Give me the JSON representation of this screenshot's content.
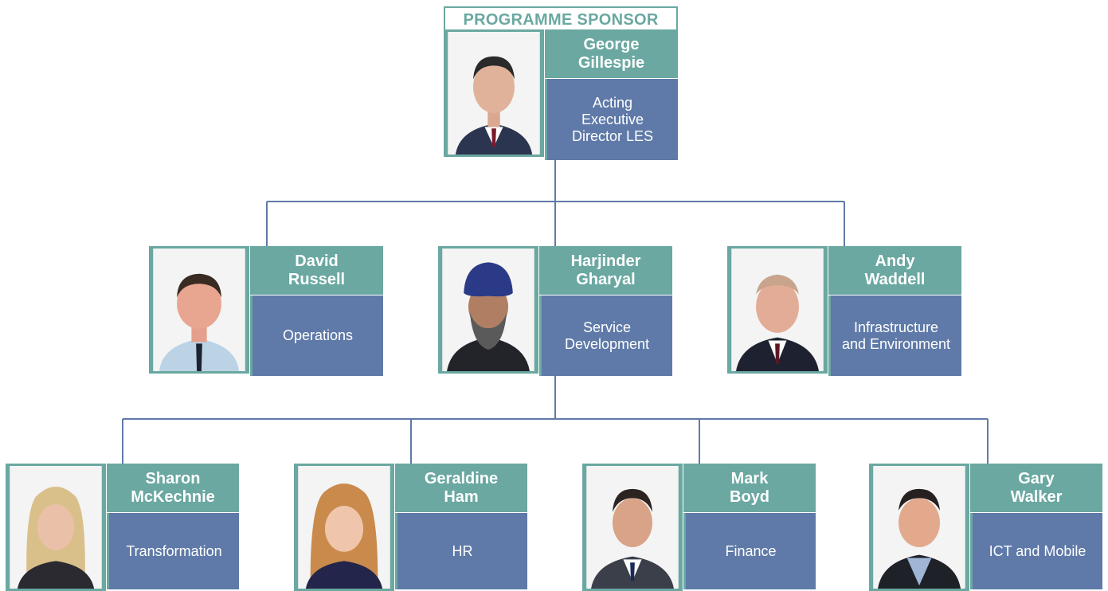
{
  "sponsor_heading": "PROGRAMME SPONSOR",
  "colors": {
    "teal": "#6aa8a1",
    "blue": "#5f7aa8",
    "connector": "#5f7aa8"
  },
  "sponsor": {
    "name": "George\nGillespie",
    "role": "Acting\nExecutive\nDirector LES"
  },
  "level2": [
    {
      "name": "David\nRussell",
      "role": "Operations"
    },
    {
      "name": "Harjinder\nGharyal",
      "role": "Service\nDevelopment"
    },
    {
      "name": "Andy\nWaddell",
      "role": "Infrastructure\nand Environment"
    }
  ],
  "level3": [
    {
      "name": "Sharon\nMcKechnie",
      "role": "Transformation"
    },
    {
      "name": "Geraldine\nHam",
      "role": "HR"
    },
    {
      "name": "Mark\nBoyd",
      "role": "Finance"
    },
    {
      "name": "Gary\nWalker",
      "role": "ICT and Mobile"
    }
  ]
}
